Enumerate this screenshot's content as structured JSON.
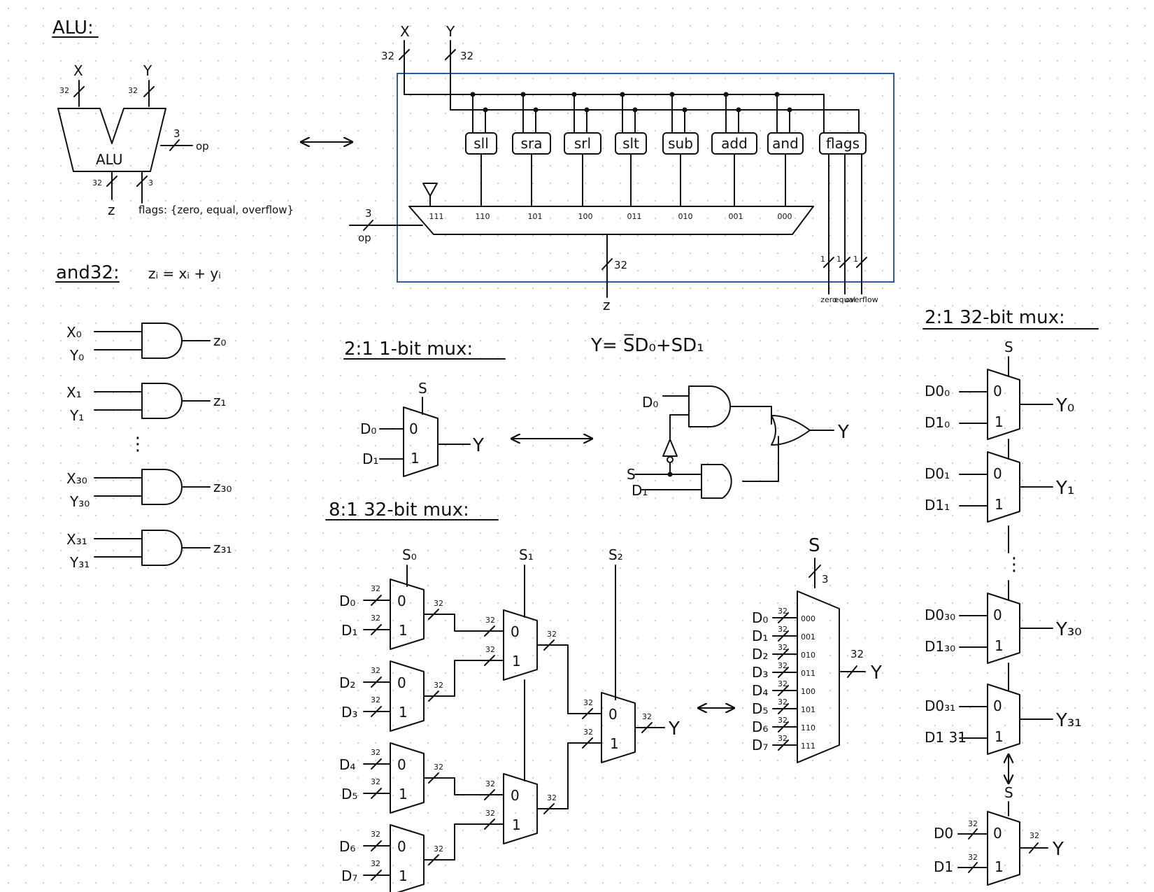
{
  "titles": {
    "alu": "ALU:",
    "and32": "and32:",
    "and32_eq": "zᵢ = xᵢ + yᵢ",
    "mux2_1bit": "2:1 1-bit mux:",
    "mux2_1bit_eq": "Y= S̅D₀+SD₁",
    "mux8_32bit": "8:1 32-bit mux:",
    "mux2_32bit": "2:1 32-bit mux:"
  },
  "alu_symbol": {
    "x": "X",
    "y": "Y",
    "w32": "32",
    "body": "ALU",
    "op_w": "3",
    "op": "op",
    "z": "z",
    "flags_w": "3",
    "flags": "flags: {zero, equal, overflow}"
  },
  "alu_internal": {
    "x": "X",
    "y": "Y",
    "xw": "32",
    "yw": "32",
    "units": [
      "sll",
      "sra",
      "srl",
      "slt",
      "sub",
      "add",
      "and",
      "flags"
    ],
    "mux_codes": [
      "111",
      "110",
      "101",
      "100",
      "011",
      "010",
      "001",
      "000"
    ],
    "op_w": "3",
    "op": "op",
    "zw": "32",
    "z": "z",
    "flag_w": "1",
    "flag_outputs": [
      "zero",
      "equal",
      "overflow"
    ]
  },
  "and32": {
    "rows": [
      {
        "x": "X₀",
        "y": "Y₀",
        "z": "z₀"
      },
      {
        "x": "X₁",
        "y": "Y₁",
        "z": "z₁"
      },
      {
        "x": "X₃₀",
        "y": "Y₃₀",
        "z": "z₃₀"
      },
      {
        "x": "X₃₁",
        "y": "Y₃₁",
        "z": "z₃₁"
      }
    ],
    "ellipsis": "⋮"
  },
  "mux2_1bit": {
    "s": "S",
    "d0": "D₀",
    "d1": "D₁",
    "in0": "0",
    "in1": "1",
    "y": "Y"
  },
  "mux2_gates": {
    "d0": "D₀",
    "s": "S",
    "d1": "D₁",
    "y": "Y"
  },
  "mux8": {
    "selects": [
      "S₀",
      "S₁",
      "S₂"
    ],
    "inputs": [
      "D₀",
      "D₁",
      "D₂",
      "D₃",
      "D₄",
      "D₅",
      "D₆",
      "D₇"
    ],
    "width": "32",
    "in0": "0",
    "in1": "1",
    "y": "Y"
  },
  "mux8_symbol": {
    "s": "S",
    "sw": "3",
    "inputs": [
      "D₀",
      "D₁",
      "D₂",
      "D₃",
      "D₄",
      "D₅",
      "D₆",
      "D₇"
    ],
    "codes": [
      "000",
      "001",
      "010",
      "011",
      "100",
      "101",
      "110",
      "111"
    ],
    "width": "32",
    "y": "Y"
  },
  "mux2_32": {
    "s": "S",
    "rows": [
      {
        "d0": "D0₀",
        "d1": "D1₀",
        "y": "Y₀"
      },
      {
        "d0": "D0₁",
        "d1": "D1₁",
        "y": "Y₁"
      },
      {
        "d0": "D0₃₀",
        "d1": "D1₃₀",
        "y": "Y₃₀"
      },
      {
        "d0": "D0₃₁",
        "d1": "D1 31",
        "y": "Y₃₁"
      }
    ],
    "ellipsis": "⋮",
    "in0": "0",
    "in1": "1",
    "sym": {
      "s": "S",
      "d0": "D0",
      "d1": "D1",
      "w": "32",
      "y": "Y"
    }
  }
}
